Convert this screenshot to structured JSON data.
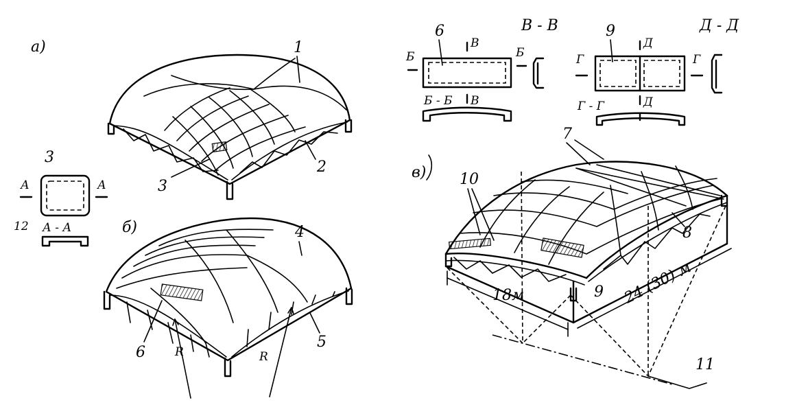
{
  "figure": {
    "variant_a": {
      "letter": "а)",
      "callouts": [
        "1",
        "2",
        "3"
      ]
    },
    "section_AA": {
      "panel_no": "3",
      "cut_letter": "А",
      "cut_title": "А - А",
      "ref_no": "12"
    },
    "variant_b": {
      "letter": "б)",
      "callouts": [
        "4",
        "5",
        "6"
      ],
      "radius": "R"
    },
    "section_VV": {
      "title": "В - В",
      "panel_no": "6",
      "cut_letter_v": "В",
      "cut_letter_b": "Б",
      "cut_title": "Б - Б"
    },
    "section_DD": {
      "title": "Д - Д",
      "panel_no": "9",
      "cut_letter_d": "Д",
      "cut_letter_g": "Г",
      "cut_title": "Г - Г"
    },
    "variant_v": {
      "letter": "в)",
      "callouts": [
        "7",
        "8",
        "9",
        "10",
        "11"
      ],
      "span_label": "18м",
      "length_label": "24 (30) м"
    }
  }
}
